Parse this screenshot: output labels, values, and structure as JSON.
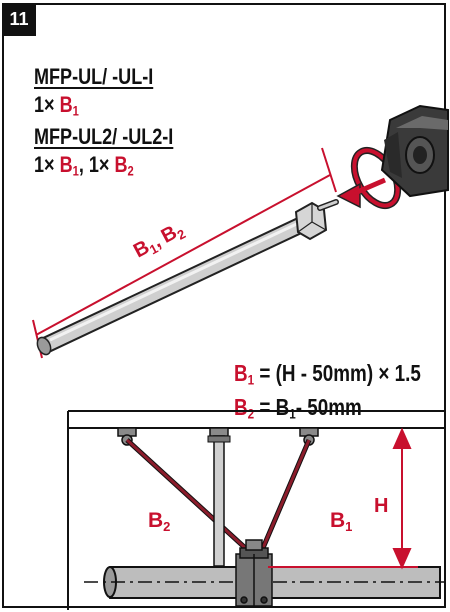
{
  "step": {
    "number": "11"
  },
  "kits": [
    {
      "title": "MFP-UL/ -UL-I",
      "qty_prefix": "1×",
      "parts": [
        {
          "letter": "B",
          "index": "1"
        }
      ]
    },
    {
      "title": "MFP-UL2/ -UL2-I",
      "qty_prefix": "1×",
      "parts": [
        {
          "letter": "B",
          "index": "1"
        },
        {
          "letter": "B",
          "index": "2"
        }
      ],
      "separator": ",",
      "qty_prefix_2": "1×"
    }
  ],
  "rod": {
    "label_letter_1": "B",
    "label_index_1": "1",
    "label_separator": ",",
    "label_letter_2": "B",
    "label_index_2": "2"
  },
  "formulas": {
    "f1": {
      "letter": "B",
      "index": "1",
      "rhs": "= (H - 50mm) × 1.5"
    },
    "f2": {
      "letter": "B",
      "index": "2",
      "mid": "= B",
      "mid_index": "1",
      "rhs": "- 50mm"
    }
  },
  "diagram": {
    "brace_left": {
      "letter": "B",
      "index": "2"
    },
    "brace_right": {
      "letter": "B",
      "index": "1"
    },
    "height_label": "H"
  },
  "colors": {
    "accent": "#c8102e",
    "ink": "#111111",
    "rod": "#c9c9c9",
    "pipe": "#bdbdbd",
    "dark_part": "#3a3a3a"
  },
  "icons": [
    "threaded-rod",
    "nut",
    "rotate-arrow",
    "bracket-part",
    "ceiling-bracket",
    "pipe-clamp",
    "pipe"
  ]
}
